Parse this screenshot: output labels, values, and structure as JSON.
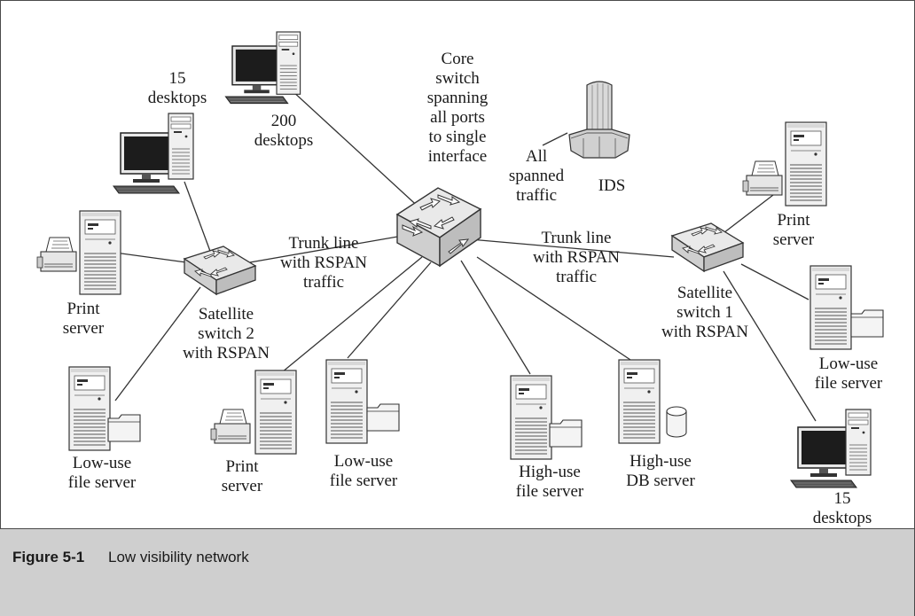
{
  "figure": {
    "number": "Figure 5-1",
    "title": "Low visibility network"
  },
  "labels": {
    "core_switch": "Core\nswitch\nspanning\nall ports\nto single\ninterface",
    "all_spanned": "All\nspanned\ntraffic",
    "ids": "IDS",
    "desktops_200": "200\ndesktops",
    "desktops_15_left": "15\ndesktops",
    "desktops_15_right": "15\ndesktops",
    "trunk_left": "Trunk line\nwith RSPAN\ntraffic",
    "trunk_right": "Trunk line\nwith RSPAN\ntraffic",
    "satellite_2": "Satellite\nswitch 2\nwith RSPAN",
    "satellite_1": "Satellite\nswitch 1\nwith RSPAN",
    "print_server_left": "Print\nserver",
    "print_server_center": "Print\nserver",
    "print_server_right": "Print\nserver",
    "lowuse_file_left": "Low-use\nfile server",
    "lowuse_file_center": "Low-use\nfile server",
    "lowuse_file_right": "Low-use\nfile server",
    "highuse_file": "High-use\nfile server",
    "highuse_db": "High-use\nDB server"
  },
  "icons": {
    "core_switch": "core-switch-icon",
    "satellite_switch": "network-switch-icon",
    "ids": "ids-tower-icon",
    "desktop": "desktop-computer-icon",
    "server": "server-tower-icon",
    "printer": "printer-icon",
    "folder": "folder-icon",
    "database": "database-cylinder-icon"
  }
}
